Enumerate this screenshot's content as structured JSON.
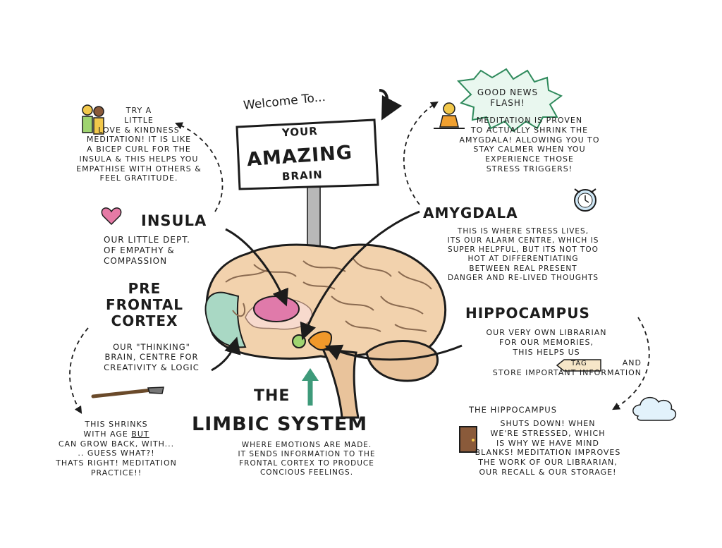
{
  "welcome": "Welcome To...",
  "sign": {
    "line1": "YOUR",
    "line2": "AMAZING",
    "line3": "BRAIN"
  },
  "insula": {
    "tip": "Try a\nLittle\nLove & Kindness\nMeditation! It is like\na bicep curl for the\nInsula & this helps you\nempathise with others &\nfeel       gratitude.",
    "title": "INSULA",
    "desc": "Our little dept.\nof empathy &\ncompassion"
  },
  "prefrontal": {
    "title": "PRE\nFRONTAL\nCORTEX",
    "desc": "Our \"Thinking\"\nBrain, centre for\ncreativity & logic",
    "note_a": "This shrinks\nwith age ",
    "note_but": "BUT",
    "note_b": "\ncan grow back, with...\n.. guess what?!\nThats right! Meditation\npractice!!"
  },
  "news": {
    "flash": "Good news\nFLASH!",
    "text": "Meditation is proven\nto actually shrink the\nAmygdala! Allowing you to\nstay calmer when you\nexperience those\nstress triggers!"
  },
  "amygdala": {
    "title": "AMYGDALA",
    "desc": "This is where stress lives,\nits our alarm centre, which is\nsuper helpful, but its not too\nhot at differentiating\nbetween real present\ndanger and re-lived thoughts"
  },
  "hippocampus": {
    "title": "HIPPOCAMPUS",
    "desc_a": "Our very own librarian\nfor our memories,\nthis helps us",
    "tag": "TAG",
    "desc_b": "and\nstore important information"
  },
  "stress_note": {
    "title": "The Hippocampus",
    "text": "shuts down! when\nwe're stressed, which\nis why we have mind\nblanks! Meditation improves\nthe work of our librarian,\nour recall & our storage!"
  },
  "limbic": {
    "the": "THE",
    "title": "LIMBIC SYSTEM",
    "desc": "Where emotions are made.\nIt sends information to the\nfrontal cortex to produce\nconcious feelings."
  }
}
